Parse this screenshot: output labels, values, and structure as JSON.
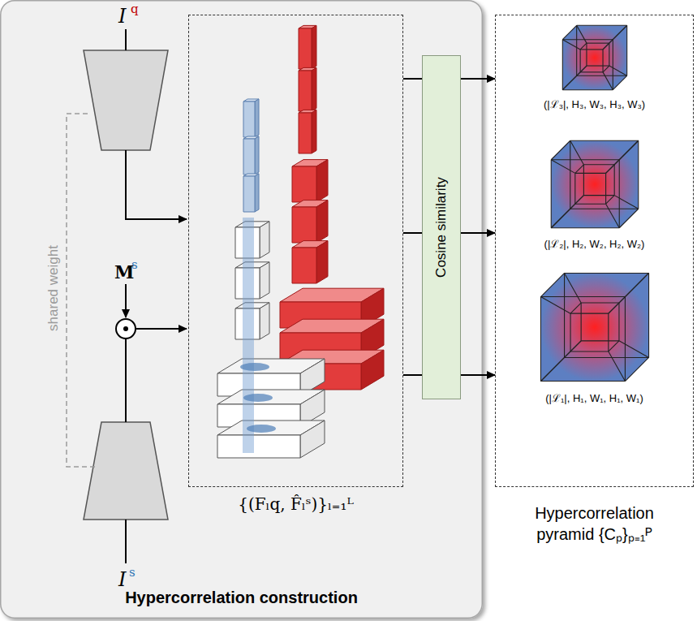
{
  "diagram": {
    "nodes": [
      {
        "text": [
          "Hypercorrelation construction"
        ]
      },
      {
        "text": [
          "{(Fₗq, F̂ₗˢ)}ₗ₌₁ᴸ"
        ],
        "in": 0
      },
      {
        "text": [
          "Cosine similarity"
        ],
        "in": 0
      },
      {
        "text": [
          "(|ℒ₃|, H₃, W₃, H₃, W₃)",
          "(|ℒ₂|, H₂, W₂, H₂, W₂)",
          "(|ℒ₁|, H₁, W₁, H₁, W₁)",
          "Hypercorrelation pyramid {Cₚ}ₚ₌₁ᴾ"
        ]
      }
    ],
    "edges": [
      {
        "from": 1,
        "to": 2,
        "arrow": "none"
      },
      {
        "from": 1,
        "to": 2,
        "arrow": "none"
      },
      {
        "from": 1,
        "to": 2,
        "arrow": "none"
      },
      {
        "from": 2,
        "to": 3,
        "arrow": "to"
      },
      {
        "from": 2,
        "to": 3,
        "arrow": "to"
      },
      {
        "from": 2,
        "to": 3,
        "arrow": "to"
      }
    ],
    "labels": [
      "I",
      "q",
      "shared weight",
      "M",
      "s",
      "I",
      "s"
    ]
  }
}
